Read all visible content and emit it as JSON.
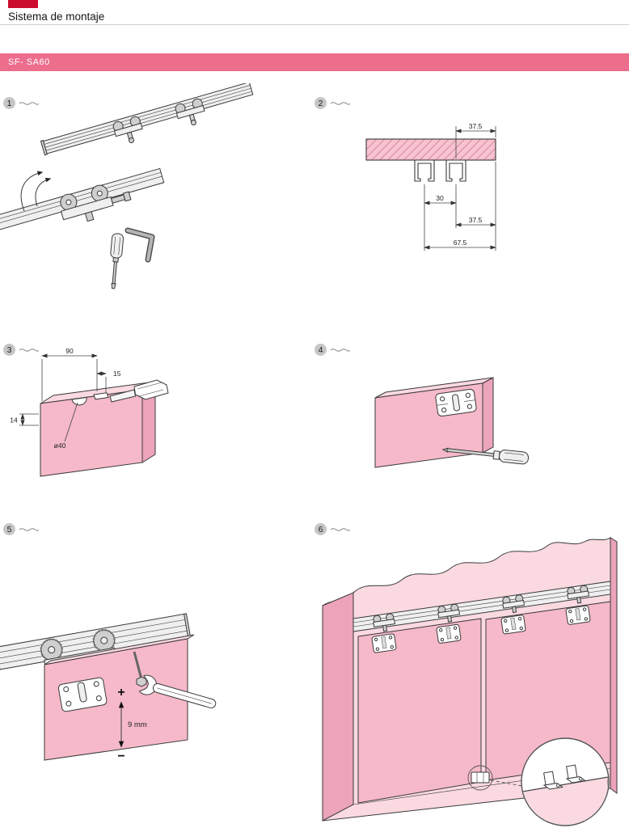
{
  "header": {
    "title": "Sistema de montaje",
    "model_label": "SF- SA60"
  },
  "step_numbers": [
    "1",
    "2",
    "3",
    "4",
    "5",
    "6"
  ],
  "dimensions": {
    "ceiling_offset_top": "37.5",
    "track_spacing": "30",
    "ceiling_offset_mid": "37.5",
    "ceiling_total": "67.5",
    "door_edge_width": "90",
    "door_edge_offset": "15",
    "door_edge_depth": "14",
    "hole_diameter": "ø40",
    "adjust_plus": "+",
    "adjust_minus": "−",
    "adjust_range": "9 mm"
  },
  "colors": {
    "brand_red": "#cc0c2f",
    "banner_bg": "#ec6d8c",
    "banner_text": "#ffffff",
    "panel_pink": "#f5b9c9",
    "panel_pink_light": "#fad9e1",
    "panel_pink_dark": "#eca4ba",
    "line_color": "#3a3a3a",
    "step_badge_bg": "#c6c6c6"
  }
}
